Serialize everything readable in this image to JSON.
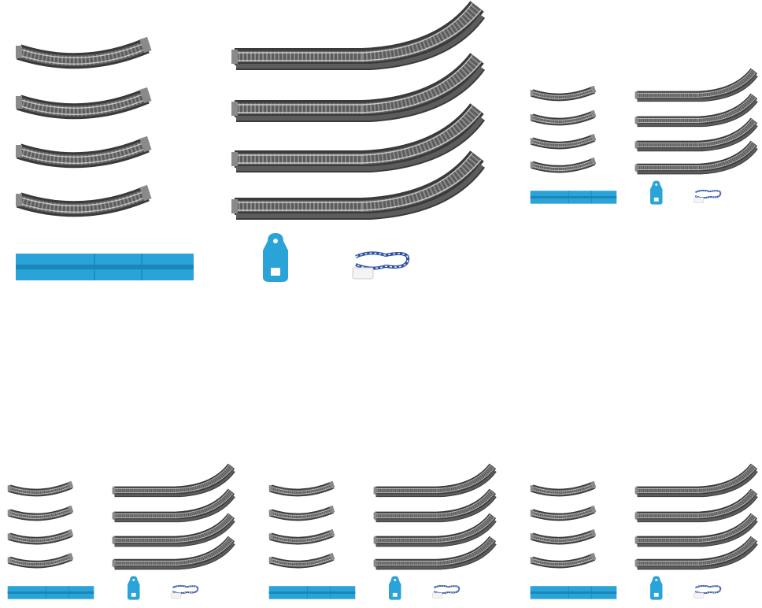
{
  "scene": {
    "background": "#ffffff",
    "track_dark": "#3a3a3a",
    "track_mid": "#5c5c5c",
    "track_light": "#8a8a8a",
    "rail": "#c9c9c9",
    "accent_blue": "#2aa3d8",
    "accent_blue_dark": "#1b86b8",
    "cable_blue": "#2b4fa3",
    "cable_white": "#f4f4f4"
  },
  "panels": [
    {
      "id": "main"
    },
    {
      "id": "top-right"
    },
    {
      "id": "bottom-left"
    },
    {
      "id": "bottom-center"
    },
    {
      "id": "bottom-right"
    }
  ],
  "icons": {
    "curved_track": "curved-track-icon",
    "switch_track": "switch-track-icon",
    "rerailer": "rerailer-icon",
    "track_clip": "track-clip-icon",
    "cable": "cable-icon"
  }
}
